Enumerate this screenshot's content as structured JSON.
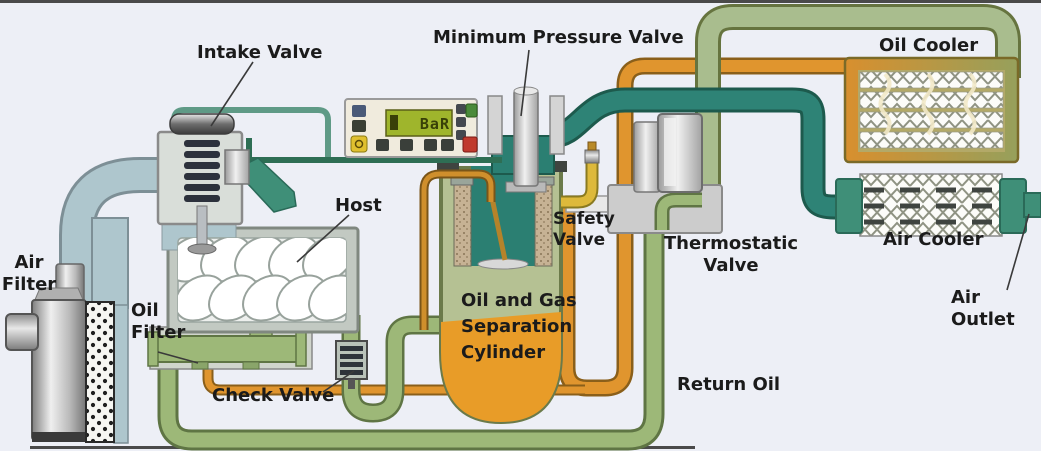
{
  "labels": {
    "intake_valve": "Intake Valve",
    "minimum_pressure_valve": "Minimum Pressure Valve",
    "oil_cooler": "Oil Cooler",
    "air_filter": "Air\nFilter",
    "oil_filter": "Oil\nFilter",
    "host": "Host",
    "check_valve": "Check Valve",
    "safety_valve": "Safety\nValve",
    "thermostatic_valve": "Thermostatic\nValve",
    "separation_cylinder": "Oil and Gas\nSeparation\nCylinder",
    "air_cooler": "Air Cooler",
    "air_outlet": "Air Outlet",
    "return_oil": "Return Oil"
  },
  "control_panel": {
    "lcd_text": "BaR"
  },
  "colors": {
    "background": "#edeff6",
    "teal_pipe": "#2e8376",
    "sage_pipe": "#9db878",
    "vessel_green": "#b5c193",
    "orange_pipe": "#e0952e",
    "oil_fill": "#e89c28",
    "yellow_pipe": "#ddb93b",
    "intake_blue": "#aec6cd",
    "lcd_green": "#9fb52c",
    "red_button": "#c03a2e",
    "metal_gray": "#c9c9c9"
  }
}
